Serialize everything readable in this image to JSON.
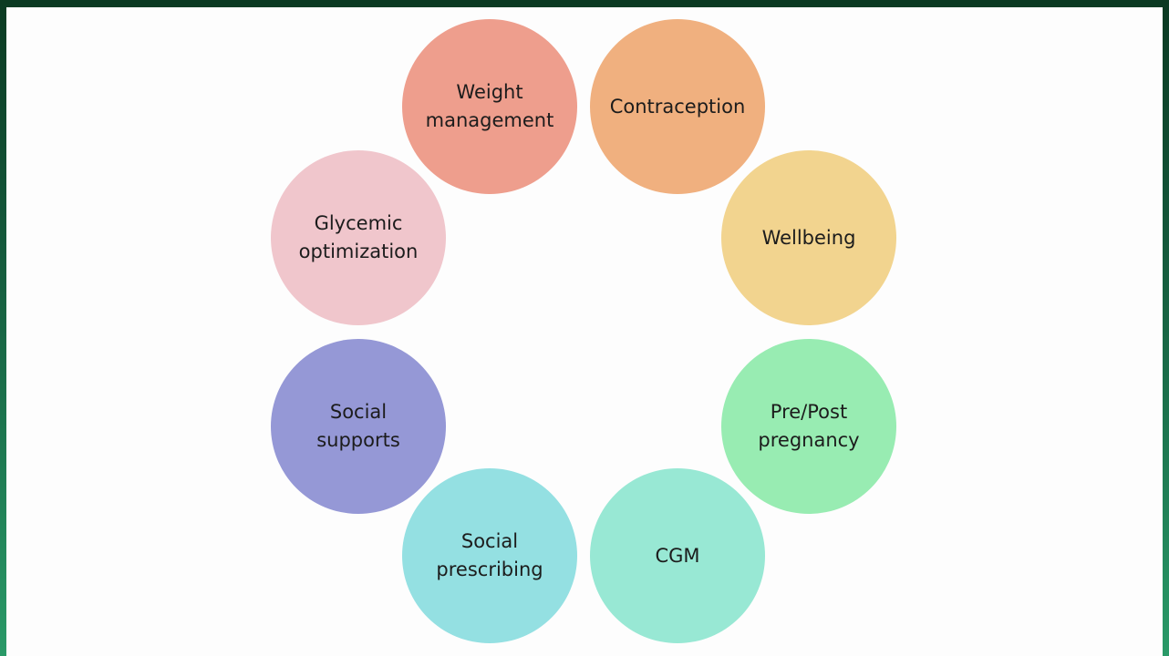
{
  "diagram": {
    "nodes": [
      {
        "label": "Weight\nmanagement",
        "color": "#ee9e8d"
      },
      {
        "label": "Contraception",
        "color": "#f0b07f"
      },
      {
        "label": "Wellbeing",
        "color": "#f2d48f"
      },
      {
        "label": "Pre/Post\npregnancy",
        "color": "#98ecb2"
      },
      {
        "label": "CGM",
        "color": "#98e8d4"
      },
      {
        "label": "Social\nprescribing",
        "color": "#94e0e2"
      },
      {
        "label": "Social\nsupports",
        "color": "#9598d6"
      },
      {
        "label": "Glycemic\noptimization",
        "color": "#f0c6cc"
      }
    ]
  }
}
